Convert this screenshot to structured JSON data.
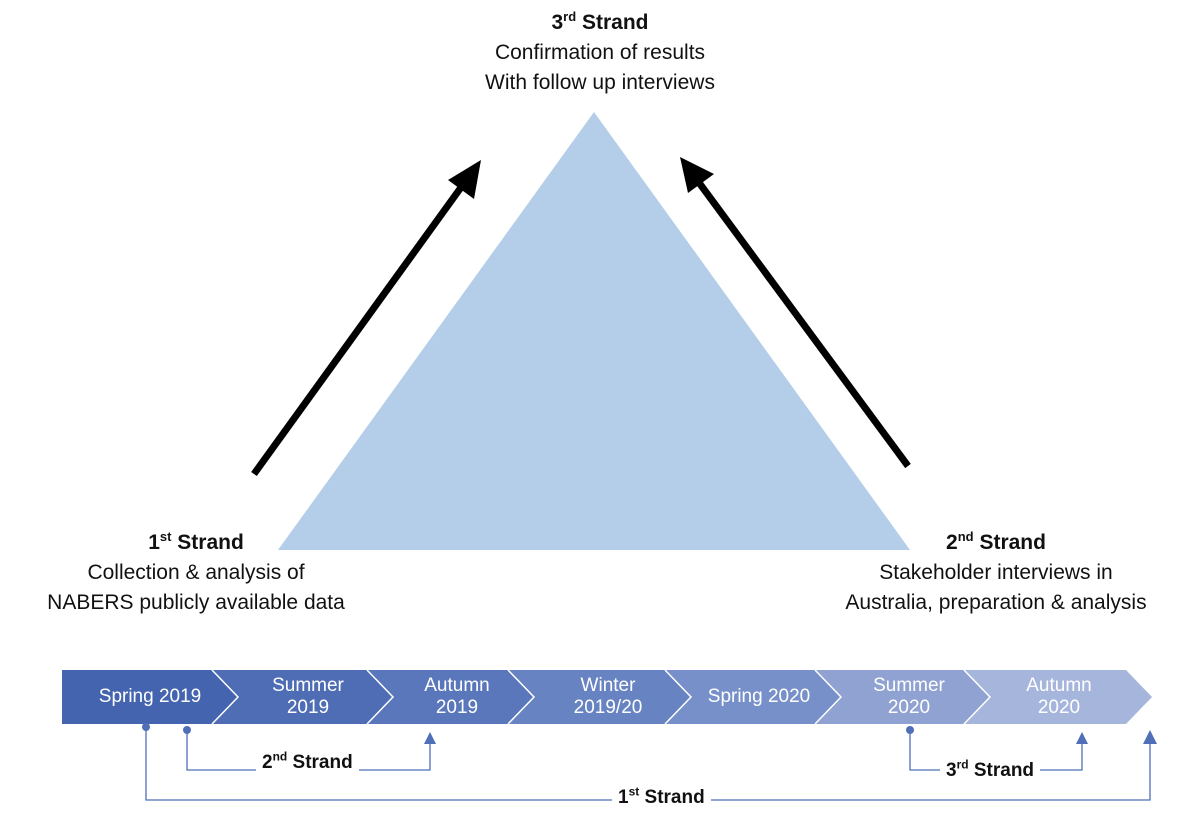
{
  "strand3": {
    "ordinal": "3",
    "suffix": "rd",
    "word": "Strand",
    "line1": "Confirmation of results",
    "line2": "With follow up interviews"
  },
  "strand1": {
    "ordinal": "1",
    "suffix": "st",
    "word": "Strand",
    "line1": "Collection & analysis of",
    "line2": "NABERS publicly available data"
  },
  "strand2": {
    "ordinal": "2",
    "suffix": "nd",
    "word": "Strand",
    "line1": "Stakeholder interviews in",
    "line2": "Australia, preparation & analysis"
  },
  "timeline": {
    "seasons": [
      {
        "line1": "Spring 2019",
        "line2": ""
      },
      {
        "line1": "Summer",
        "line2": "2019"
      },
      {
        "line1": "Autumn",
        "line2": "2019"
      },
      {
        "line1": "Winter",
        "line2": "2019/20"
      },
      {
        "line1": "Spring 2020",
        "line2": ""
      },
      {
        "line1": "Summer",
        "line2": "2020"
      },
      {
        "line1": "Autumn",
        "line2": "2020"
      }
    ],
    "spans": {
      "strand2": {
        "ordinal": "2",
        "suffix": "nd",
        "word": "Strand"
      },
      "strand3": {
        "ordinal": "3",
        "suffix": "rd",
        "word": "Strand"
      },
      "strand1": {
        "ordinal": "1",
        "suffix": "st",
        "word": "Strand"
      }
    }
  },
  "colors": {
    "triangle": "#b4cde8",
    "arrow": "#000000",
    "timeline_start": "#3f5fae",
    "timeline_end": "#aab8de",
    "connector": "#4f6fb8"
  }
}
